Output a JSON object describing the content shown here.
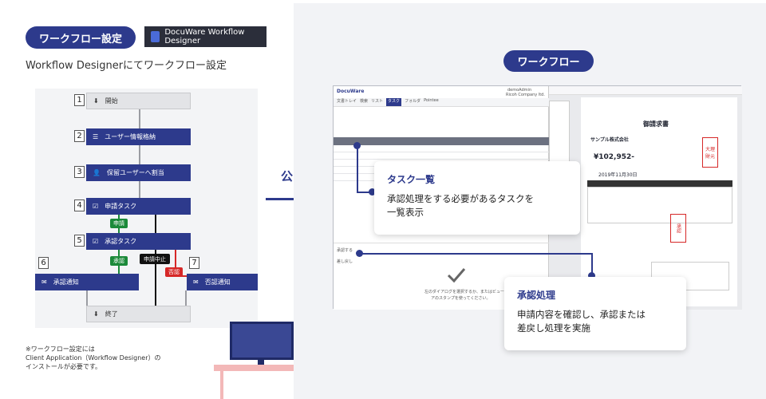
{
  "header": {
    "pill_label": "ワークフロー設定",
    "logo_text": "DocuWare Workflow Designer",
    "subtitle": "Workflow Designerにてワークフロー設定"
  },
  "flow": {
    "steps": [
      {
        "num": "1",
        "label": "開始"
      },
      {
        "num": "2",
        "label": "ユーザー情報格納"
      },
      {
        "num": "3",
        "label": "保留ユーザーへ割当"
      },
      {
        "num": "4",
        "label": "申請タスク"
      },
      {
        "num": "5",
        "label": "承認タスク"
      },
      {
        "num": "6",
        "label": "承認通知"
      },
      {
        "num": "7",
        "label": "否認通知"
      },
      {
        "label": "終了"
      }
    ],
    "tags": {
      "apply": "申請",
      "approve": "承認",
      "cancel": "申請中止",
      "reject": "否認"
    }
  },
  "note": {
    "line1": "※ワークフロー設定には",
    "line2": "Client Application（Workflow Designer）の",
    "line3": "インストールが必要です。"
  },
  "arrow_label": "公開",
  "right": {
    "pill_label": "ワークフロー",
    "app_name": "DocuWare",
    "user_name": "demoAdmin",
    "company": "Ricoh Company ltd.",
    "tabs": [
      "文書トレイ",
      "検索",
      "リスト",
      "タスク",
      "フォルダ",
      "Pointee"
    ],
    "doc_title": "御請求書",
    "company_name": "サンプル株式会社",
    "amount": "¥102,952-",
    "date": "2019年11月30日",
    "empty_msg_1": "左のダイアログを選択するか、またはビュー",
    "empty_msg_2": "アのスタンプを使ってください。",
    "side_labels": [
      "承認する",
      "差し戻し"
    ],
    "stamps": [
      "大理",
      "財元",
      "承認"
    ]
  },
  "callouts": {
    "task_list": {
      "title": "タスク一覧",
      "body_1": "承認処理をする必要があるタスクを",
      "body_2": "一覧表示"
    },
    "approval": {
      "title": "承認処理",
      "body_1": "申請内容を確認し、承認または",
      "body_2": "差戻し処理を実施"
    }
  },
  "colors": {
    "brand": "#2d3a8c",
    "green": "#1c8a3a",
    "red": "#d62828",
    "black": "#111111"
  }
}
